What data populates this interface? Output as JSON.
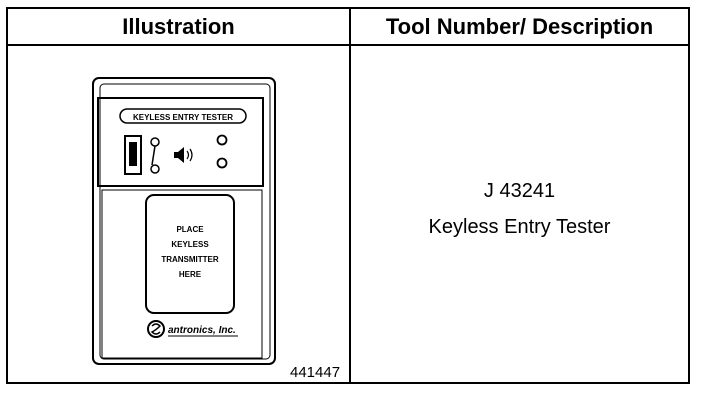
{
  "table": {
    "headers": [
      "Illustration",
      "Tool Number/ Description"
    ],
    "tool_number": "J 43241",
    "description": "Keyless Entry Tester",
    "figure_number": "441447"
  },
  "device": {
    "panel_label": "KEYLESS ENTRY TESTER",
    "window_lines": [
      "PLACE",
      "KEYLESS",
      "TRANSMITTER",
      "HERE"
    ],
    "brand": "antronics, Inc."
  }
}
